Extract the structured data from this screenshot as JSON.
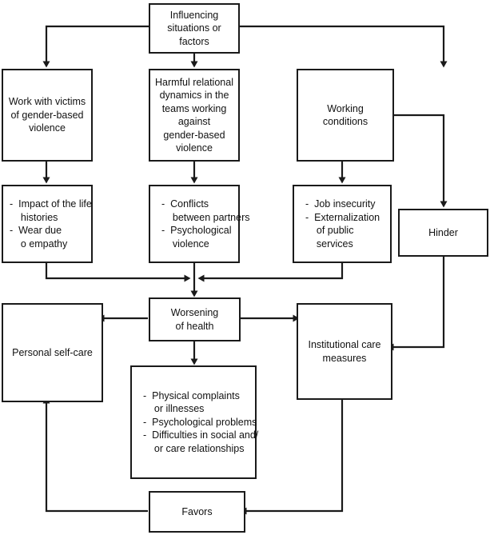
{
  "diagram": {
    "title_text": "Influencing situations or factors flowchart",
    "stroke_color": "#1a1a1a",
    "fill_color": "#ffffff",
    "nodes": {
      "influencing": "Influencing\nsituations or\nfactors",
      "work_victims": "Work with victims\nof gender-based\nviolence",
      "harmful_dynamics": "Harmful relational\ndynamics in the\nteams working\nagainst\ngender-based\nviolence",
      "working_conditions": "Working\nconditions",
      "impact_life": "-  Impact of the life\n    histories\n-  Wear due\n    o empathy",
      "conflicts": "-  Conflicts\n    between partners\n-  Psychological\n    violence",
      "job_insecurity": "-  Job insecurity\n-  Externalization\n    of public\n    services",
      "hinder": "Hinder",
      "worsening": "Worsening\nof health",
      "personal_self_care": "Personal self-care",
      "institutional_care": "Institutional care\nmeasures",
      "symptoms": "-  Physical complaints\n    or illnesses\n-  Psychological problems\n-  Difficulties in social and/\n    or care relationships",
      "favors": "Favors"
    }
  }
}
